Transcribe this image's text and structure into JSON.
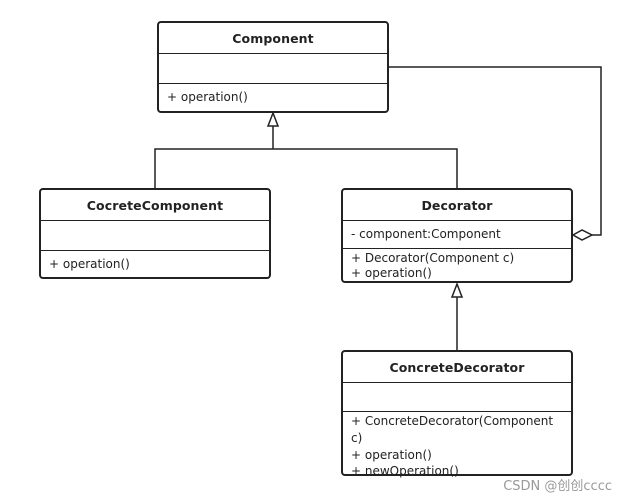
{
  "classes": {
    "component": {
      "name": "Component",
      "attributes": [],
      "methods": [
        "+ operation()"
      ]
    },
    "concrete_component": {
      "name": "CocreteComponent",
      "attributes": [],
      "methods": [
        "+ operation()"
      ]
    },
    "decorator": {
      "name": "Decorator",
      "attributes": [
        "- component:Component"
      ],
      "methods": [
        "+ Decorator(Component c)",
        "+ operation()"
      ]
    },
    "concrete_decorator": {
      "name": "ConcreteDecorator",
      "attributes": [],
      "methods": [
        "+ ConcreteDecorator(Component c)",
        "+ operation()",
        "+ newOperation()"
      ]
    }
  },
  "relationships": [
    {
      "from": "CocreteComponent",
      "to": "Component",
      "type": "generalization"
    },
    {
      "from": "Decorator",
      "to": "Component",
      "type": "generalization"
    },
    {
      "from": "ConcreteDecorator",
      "to": "Decorator",
      "type": "generalization"
    },
    {
      "from": "Decorator",
      "to": "Component",
      "type": "aggregation"
    }
  ],
  "watermark": "CSDN @创创cccc",
  "colors": {
    "line": "#222222",
    "background": "#ffffff",
    "watermark": "#9a9a9a"
  }
}
